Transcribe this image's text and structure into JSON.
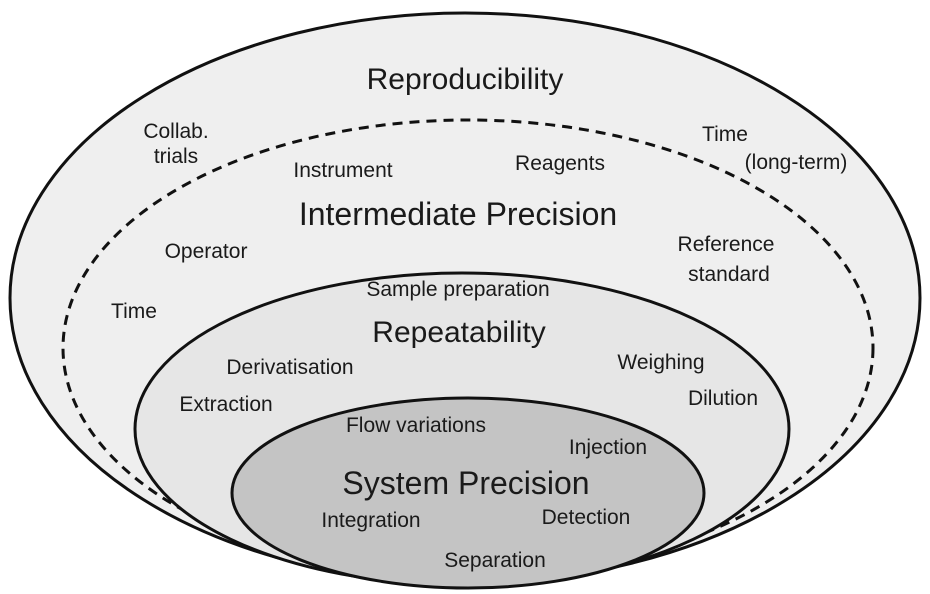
{
  "reproducibility": {
    "title": "Reproducibility",
    "factors": {
      "collab_line1": "Collab.",
      "collab_line2": "trials",
      "time_long_line1": "Time",
      "time_long_line2": "(long-term)"
    }
  },
  "intermediate_precision": {
    "title": "Intermediate Precision",
    "factors": {
      "instrument": "Instrument",
      "reagents": "Reagents",
      "operator": "Operator",
      "reference_line1": "Reference",
      "reference_line2": "standard",
      "time": "Time"
    }
  },
  "repeatability": {
    "title": "Repeatability",
    "factors": {
      "sample_preparation": "Sample preparation",
      "derivatisation": "Derivatisation",
      "extraction": "Extraction",
      "weighing": "Weighing",
      "dilution": "Dilution"
    }
  },
  "system_precision": {
    "title": "System Precision",
    "factors": {
      "flow_variations": "Flow variations",
      "injection": "Injection",
      "integration": "Integration",
      "detection": "Detection",
      "separation": "Separation"
    }
  },
  "colors": {
    "outer_fill": "#efefef",
    "middle_fill": "#e6e6e6",
    "inner_fill": "#c4c4c4",
    "stroke": "#111111"
  }
}
